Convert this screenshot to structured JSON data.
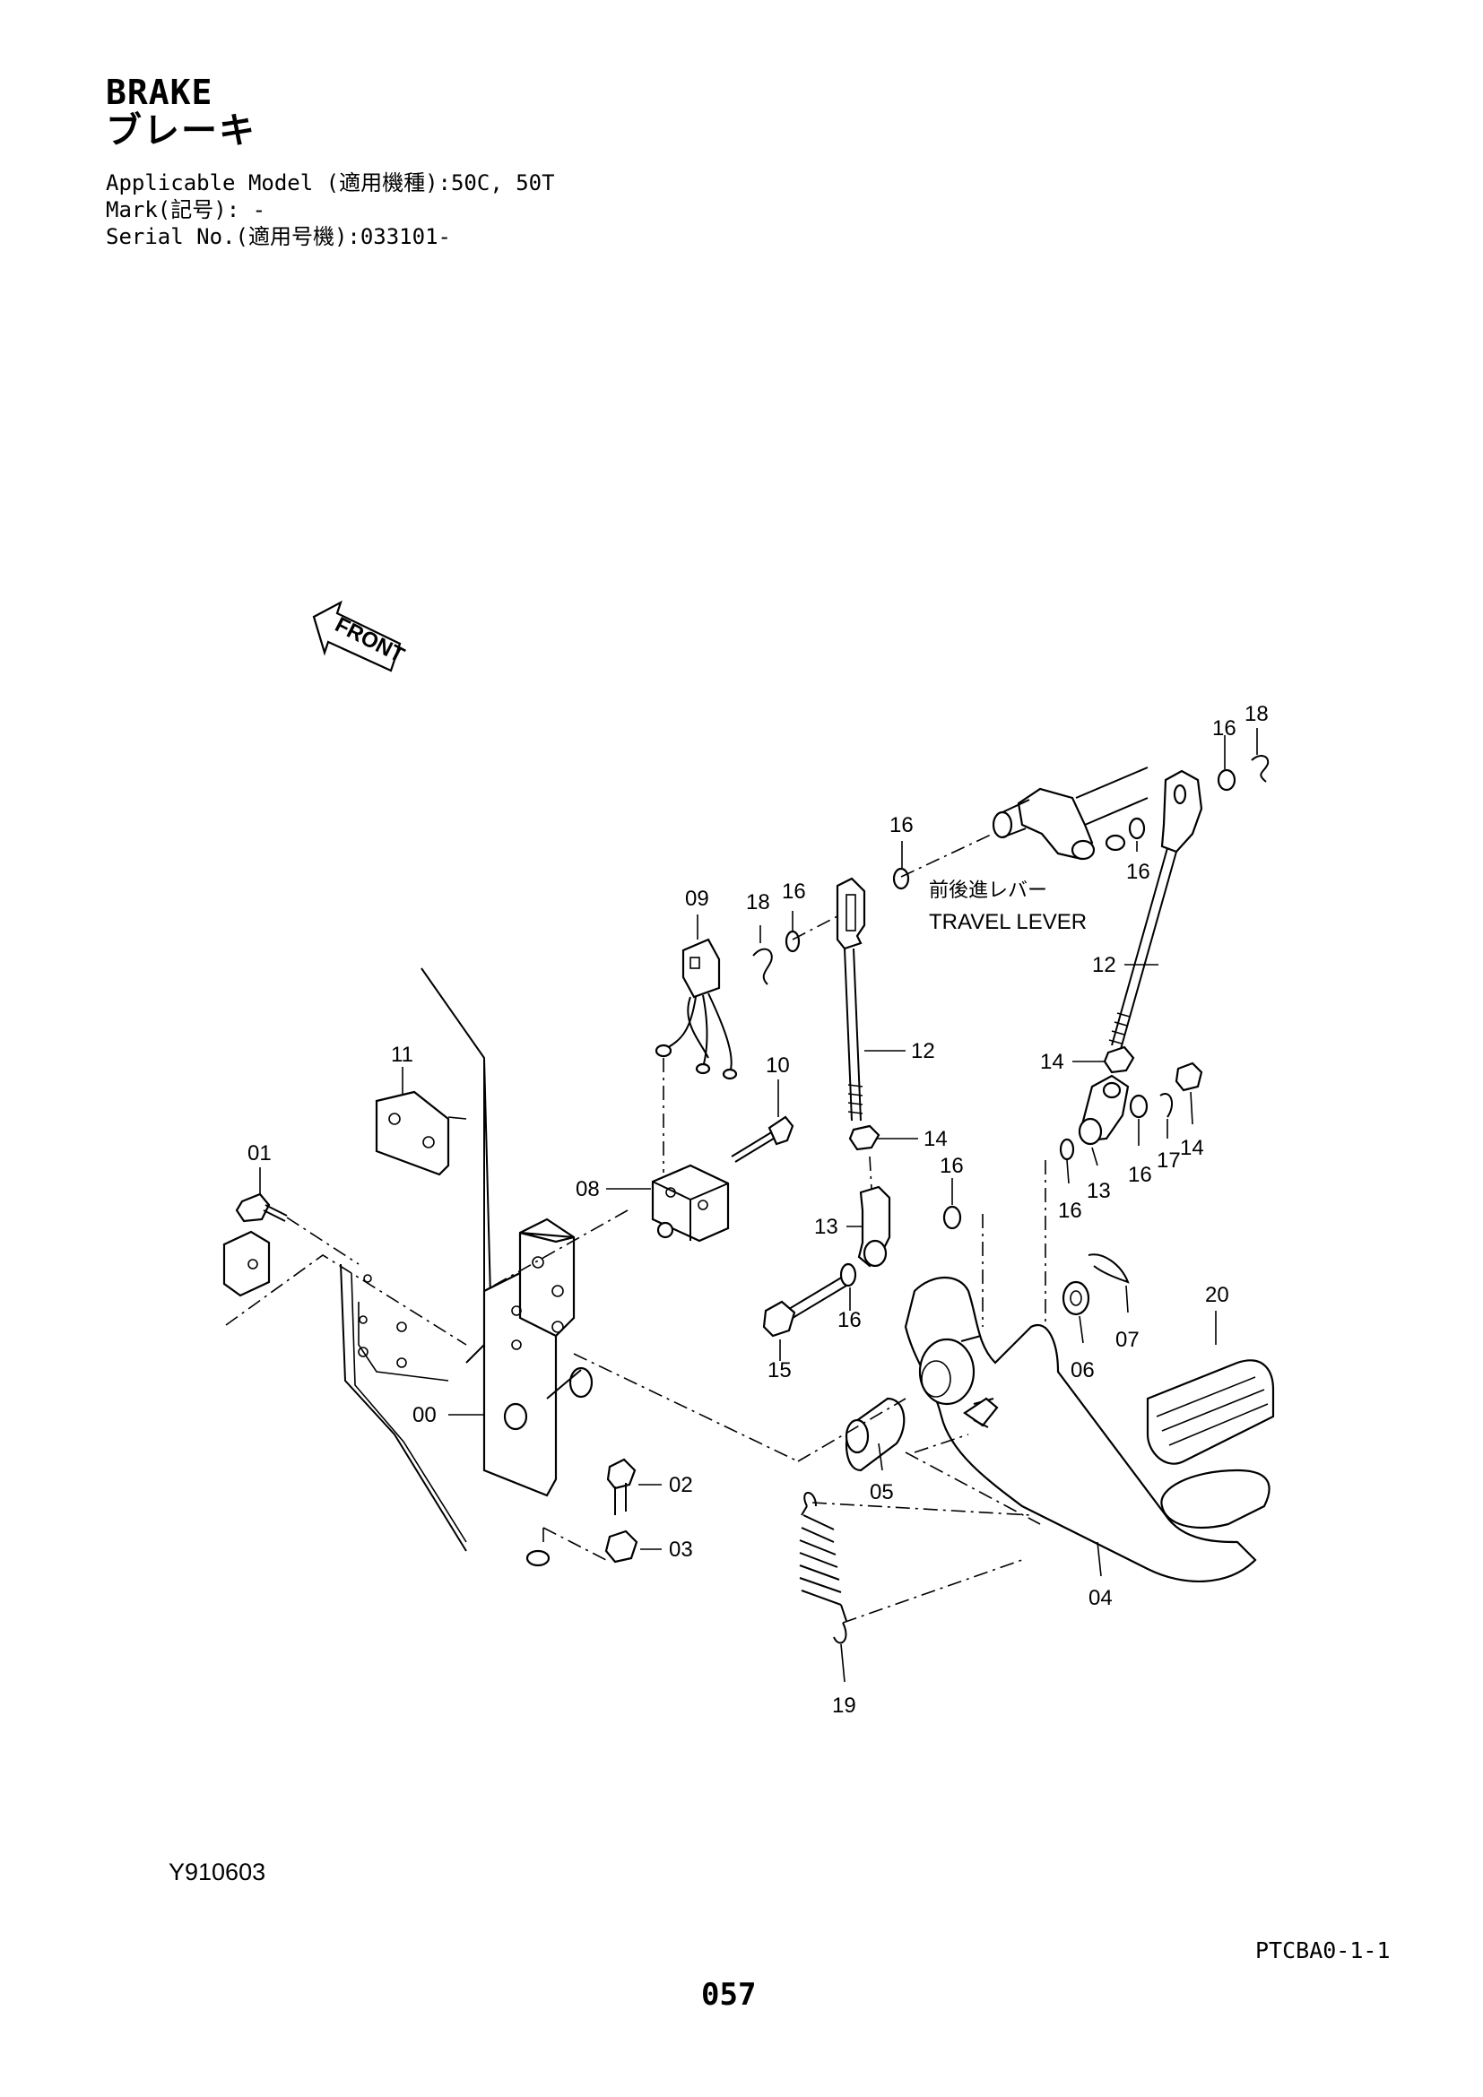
{
  "header": {
    "title_en": "BRAKE",
    "title_jp": "ブレーキ",
    "applicable_model": "Applicable Model (適用機種):50C, 50T",
    "mark": "Mark(記号): -",
    "serial_no": "Serial No.(適用号機):033101-"
  },
  "diagram": {
    "front_label": "FRONT",
    "travel_lever_jp": "前後進レバー",
    "travel_lever_en": "TRAVEL LEVER",
    "callouts": {
      "c00": "00",
      "c01": "01",
      "c02": "02",
      "c03": "03",
      "c04": "04",
      "c05": "05",
      "c06": "06",
      "c07": "07",
      "c08": "08",
      "c09": "09",
      "c10": "10",
      "c11": "11",
      "c12a": "12",
      "c12b": "12",
      "c13a": "13",
      "c13b": "13",
      "c14a": "14",
      "c14b": "14",
      "c14c": "14",
      "c15": "15",
      "c16a": "16",
      "c16b": "16",
      "c16c": "16",
      "c16d": "16",
      "c16e": "16",
      "c16f": "16",
      "c16g": "16",
      "c17": "17",
      "c18a": "18",
      "c18b": "18",
      "c19": "19",
      "c20": "20"
    }
  },
  "footer": {
    "drawing_code": "Y910603",
    "catalog_code": "PTCBA0-1-1",
    "page_number": "057"
  }
}
